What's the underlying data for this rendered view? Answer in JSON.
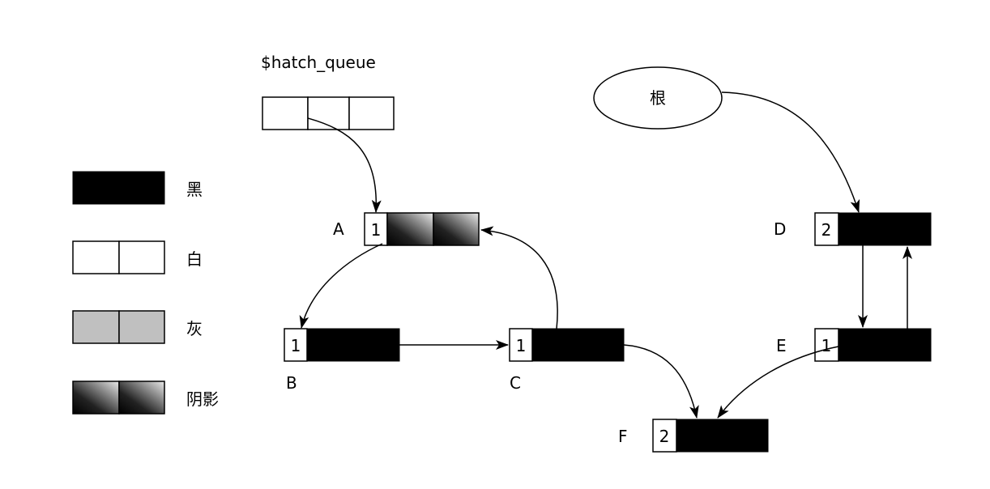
{
  "queue": {
    "label": "$hatch_queue"
  },
  "root": {
    "label": "根"
  },
  "legend": [
    {
      "label": "黑",
      "style": "black"
    },
    {
      "label": "白",
      "style": "white"
    },
    {
      "label": "灰",
      "style": "gray"
    },
    {
      "label": "阴影",
      "style": "shade"
    }
  ],
  "nodes": {
    "A": {
      "name": "A",
      "count": "1",
      "style": "shade"
    },
    "B": {
      "name": "B",
      "count": "1",
      "style": "black"
    },
    "C": {
      "name": "C",
      "count": "1",
      "style": "black"
    },
    "D": {
      "name": "D",
      "count": "2",
      "style": "black"
    },
    "E": {
      "name": "E",
      "count": "1",
      "style": "black"
    },
    "F": {
      "name": "F",
      "count": "2",
      "style": "black"
    }
  },
  "edges": [
    {
      "from": "queue",
      "to": "A"
    },
    {
      "from": "A",
      "to": "B"
    },
    {
      "from": "B",
      "to": "C"
    },
    {
      "from": "C",
      "to": "A"
    },
    {
      "from": "C",
      "to": "F"
    },
    {
      "from": "root",
      "to": "D"
    },
    {
      "from": "D",
      "to": "E"
    },
    {
      "from": "E",
      "to": "D"
    },
    {
      "from": "E",
      "to": "F"
    }
  ],
  "colors": {
    "black": "#000000",
    "white": "#ffffff",
    "gray": "#c0c0c0",
    "stroke": "#000000"
  }
}
